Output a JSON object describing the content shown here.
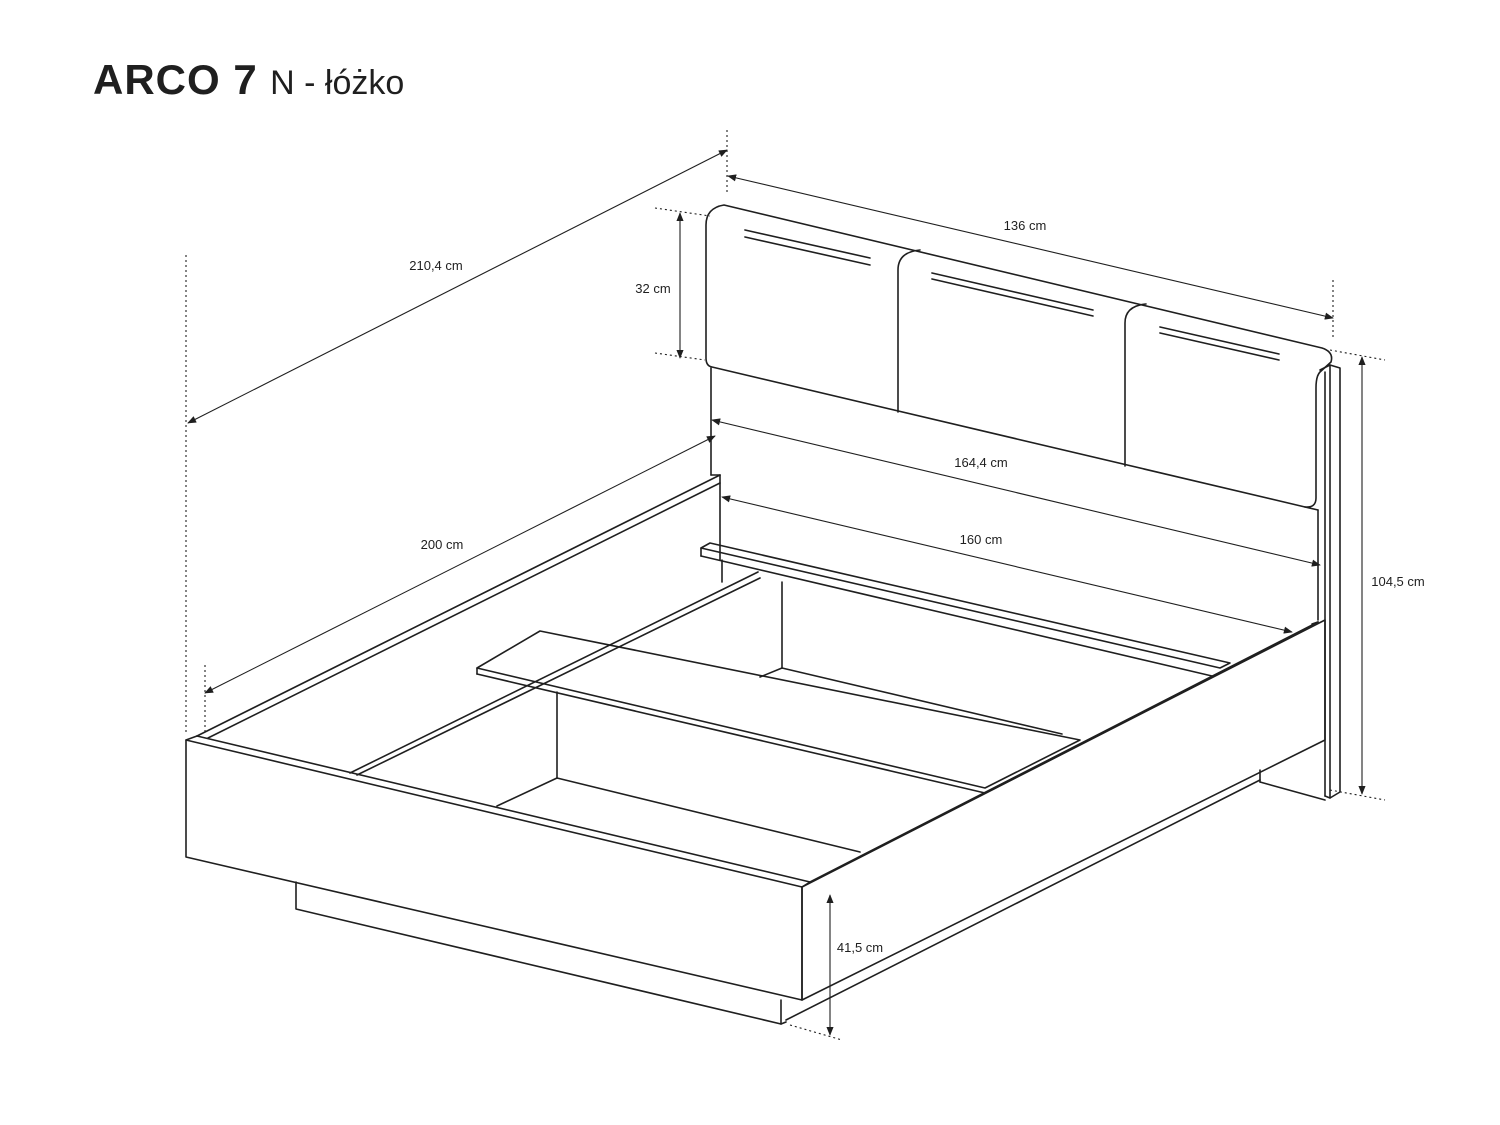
{
  "title": {
    "name": "ARCO 7",
    "subtitle": "N - łóżko"
  },
  "dimensions": {
    "total_length": "210,4 cm",
    "total_width": "136 cm",
    "headboard_cushion_height": "32 cm",
    "inner_width_outer": "164,4 cm",
    "mattress_length": "200 cm",
    "mattress_width": "160 cm",
    "total_height": "104,5 cm",
    "frame_height": "41,5 cm"
  }
}
